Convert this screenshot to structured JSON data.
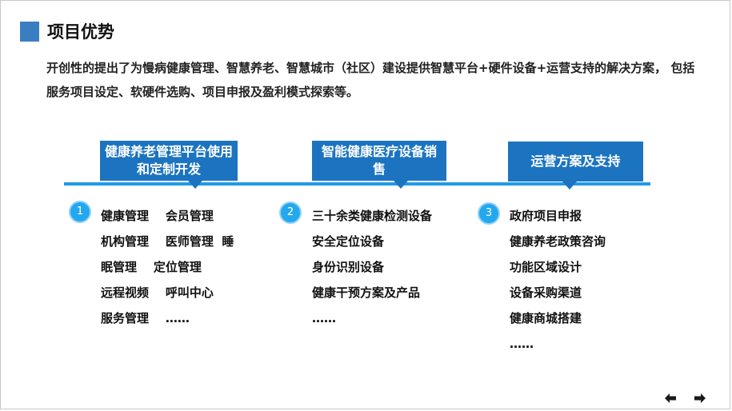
{
  "title": "项目优势",
  "intro": "开创性的提出了为慢病健康管理、智慧养老、智慧城市（社区）建设提供智慧平台+硬件设备+运营支持的解决方案，  包括服务项目设定、软硬件选购、项目申报及盈利模式探索等。",
  "sections": [
    {
      "number": "1",
      "heading": "健康养老管理平台使用和定制开发",
      "lines": [
        "健康管理    会员管理",
        "机构管理    医师管理  睡",
        "眠管理    定位管理",
        "远程视频    呼叫中心",
        "服务管理    ……"
      ]
    },
    {
      "number": "2",
      "heading": "智能健康医疗设备销售",
      "lines": [
        "三十余类健康检测设备",
        "安全定位设备",
        "身份识别设备",
        "健康干预方案及产品",
        "……"
      ]
    },
    {
      "number": "3",
      "heading": "运营方案及支持",
      "lines": [
        "政府项目申报",
        "健康养老政策咨询",
        "功能区域设计",
        "设备采购渠道",
        "健康商城搭建",
        "……"
      ]
    }
  ],
  "nav": {
    "prev_icon": "arrow-left-icon",
    "next_icon": "arrow-right-icon"
  },
  "colors": {
    "accent": "#1c74c0",
    "line": "#1f9be6",
    "marker": "#3a7ec2",
    "badge": "#24a7ee"
  }
}
